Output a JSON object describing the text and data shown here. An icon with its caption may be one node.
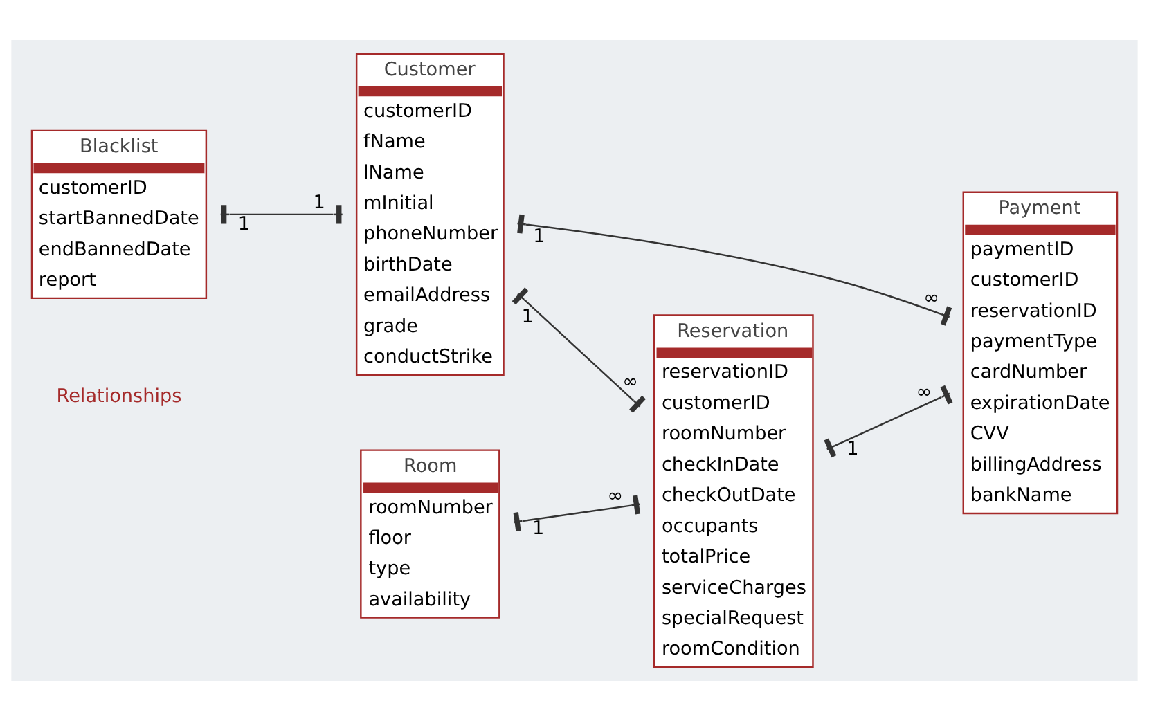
{
  "diagram": {
    "nodes": [
      {
        "text": [
          "Blacklist",
          "customerID",
          "startBannedDate",
          "endBannedDate",
          "report"
        ]
      },
      {
        "text": [
          "Customer",
          "customerID",
          "fName",
          "lName",
          "mInitial",
          "phoneNumber",
          "birthDate",
          "emailAddress",
          "grade",
          "conductStrike"
        ]
      },
      {
        "text": [
          "Payment",
          "paymentID",
          "customerID",
          "reservationID",
          "paymentType",
          "cardNumber",
          "expirationDate",
          "CVV",
          "billingAddress",
          "bankName"
        ]
      },
      {
        "text": [
          "Reservation",
          "reservationID",
          "customerID",
          "roomNumber",
          "checkInDate",
          "checkOutDate",
          "occupants",
          "totalPrice",
          "serviceCharges",
          "specialRequest",
          "roomCondition"
        ]
      },
      {
        "text": [
          "Room",
          "roomNumber",
          "floor",
          "type",
          "availability"
        ]
      }
    ],
    "edges": [
      {
        "from": 0,
        "to": 1,
        "arrow": "other"
      },
      {
        "from": 1,
        "to": 3,
        "arrow": "other"
      },
      {
        "from": 1,
        "to": 2,
        "arrow": "other"
      },
      {
        "from": 3,
        "to": 2,
        "arrow": "other"
      },
      {
        "from": 4,
        "to": 3,
        "arrow": "other"
      }
    ],
    "labels": [
      "Relationships",
      "1",
      "1",
      "1",
      "∞",
      "1",
      "∞",
      "1",
      "∞",
      "1",
      "∞"
    ]
  }
}
